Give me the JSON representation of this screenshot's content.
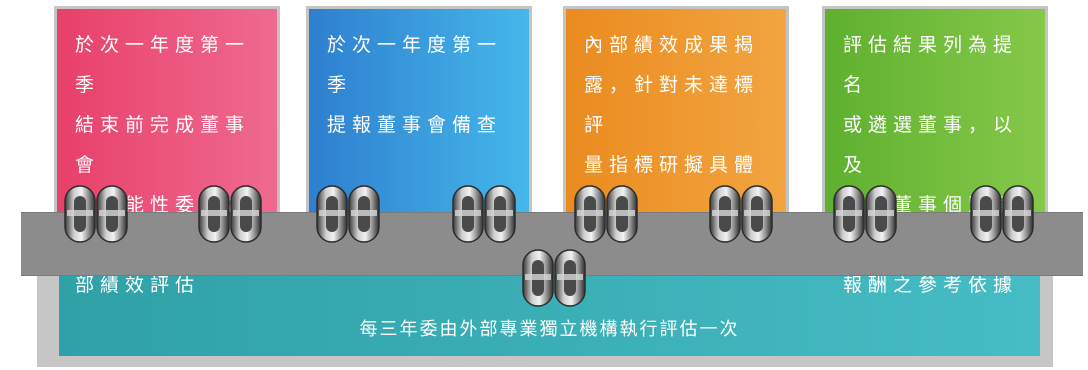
{
  "cards": [
    {
      "text": "於次一年度第一季\n結束前完成董事會\n及功能性委員會內\n部績效評估",
      "color": "#e8406a"
    },
    {
      "text": "於次一年度第一季\n提報董事會備查",
      "color": "#2e7fcf"
    },
    {
      "text": "內部績效成果揭\n露，針對未達標評\n量指標研擬具體改\n善計畫",
      "color": "#ea8b1f"
    },
    {
      "text": "評估結果列為提名\n或遴選董事，以及\n訂定董事個別薪資\n報酬之參考依據",
      "color": "#5fb02f"
    }
  ],
  "bottom": {
    "text": "每三年委由外部專業獨立機構執行評估一次",
    "color": "#34a9b0"
  },
  "bar_color": "#8c8c8c"
}
